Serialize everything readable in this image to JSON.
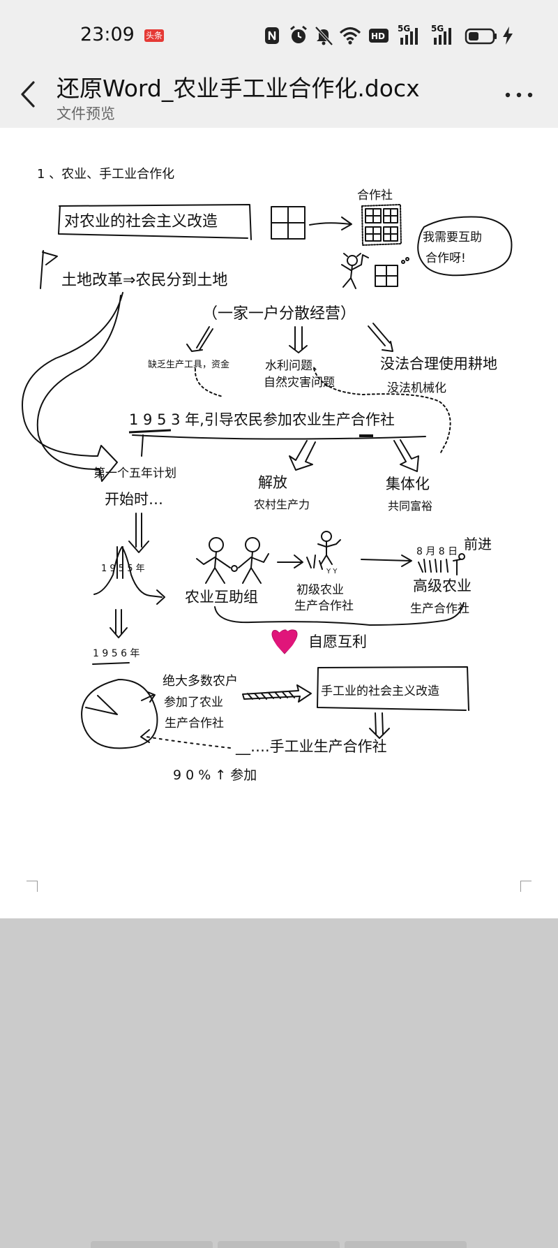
{
  "status": {
    "time": "23:09",
    "news_badge": "头条",
    "icons": [
      "nfc-icon",
      "alarm-icon",
      "mute-icon",
      "wifi-icon",
      "hd-icon",
      "signal-5g-icon",
      "signal-5g-icon",
      "battery-icon",
      "charging-icon"
    ],
    "signal_1": "5G",
    "signal_2": "5G"
  },
  "header": {
    "title": "还原Word_农业手工业合作化.docx",
    "subtitle": "文件预览"
  },
  "doc": {
    "heading": "1 、农业、手工业合作化",
    "box_title": "对农业的社会主义改造",
    "coop_label": "合作社",
    "bubble_line1": "我需要互助",
    "bubble_line2": "合作呀!",
    "land_reform": "土地改革⇒农民分到土地",
    "scattered": "（一家一户分散经营）",
    "lack_tools": "缺乏生产工具，资金",
    "water_line1": "水利问题、",
    "water_line2": "自然灾害问题",
    "no_farming": "没法合理使用耕地",
    "no_mech": "没法机械化",
    "y1953": "1 9 5 3 年,引导农民参加农业生产合作社",
    "five_year": "第一个五年计划",
    "begin": "开始时…",
    "liberate": "解放",
    "rural": "农村生产力",
    "collective": "集体化",
    "common": "共同富裕",
    "y1955": "1 9 5 5 年",
    "mutual_aid": "农业互助组",
    "primary_1": "初级农业",
    "primary_2": "生产合作社",
    "advanced_1": "高级农业",
    "advanced_2": "生产合作社",
    "aug8": "8 月 8 日",
    "forward": "前进",
    "yy": "Y Y",
    "voluntary": "自愿互利",
    "y1956": "1 9 5 6 年",
    "majority_1": "绝大多数农户",
    "majority_2": "参加了农业",
    "majority_3": "生产合作社",
    "handicraft_box": "手工业的社会主义改造",
    "handicraft_coop": "__….手工业生产合作社",
    "ninety": "9 0 % ↑ 参加"
  },
  "colors": {
    "heart": "#e0157a",
    "header_bg": "#efefef",
    "grey_area": "#cbcbcb"
  }
}
